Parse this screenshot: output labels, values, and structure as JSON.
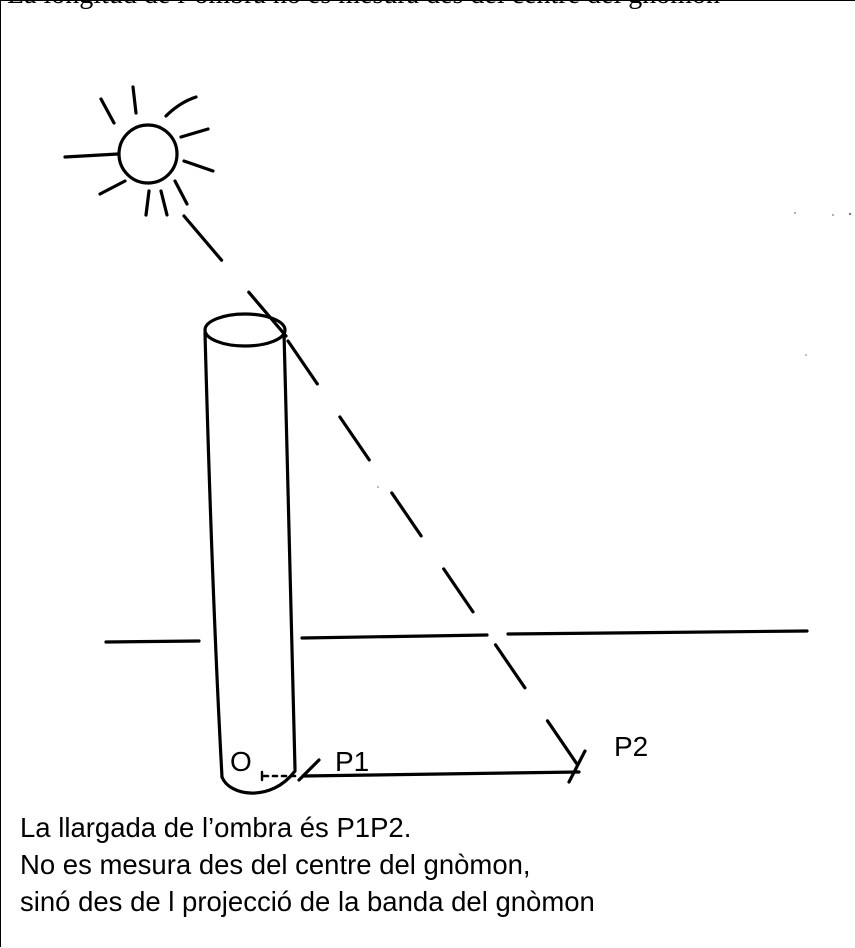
{
  "top_clipped_text": "La longitud de l’ombra no es mesura des del centre del gnòmon",
  "labels": {
    "origin": "O",
    "point1": "P1",
    "point2": "P2"
  },
  "caption": {
    "line1": "La llargada de l’ombra és P1P2.",
    "line2": "No es mesura des del centre del gnòmon,",
    "line3": "sinó des de l projecció de la banda del gnòmon"
  },
  "colors": {
    "ink": "#000000",
    "background": "#ffffff"
  }
}
